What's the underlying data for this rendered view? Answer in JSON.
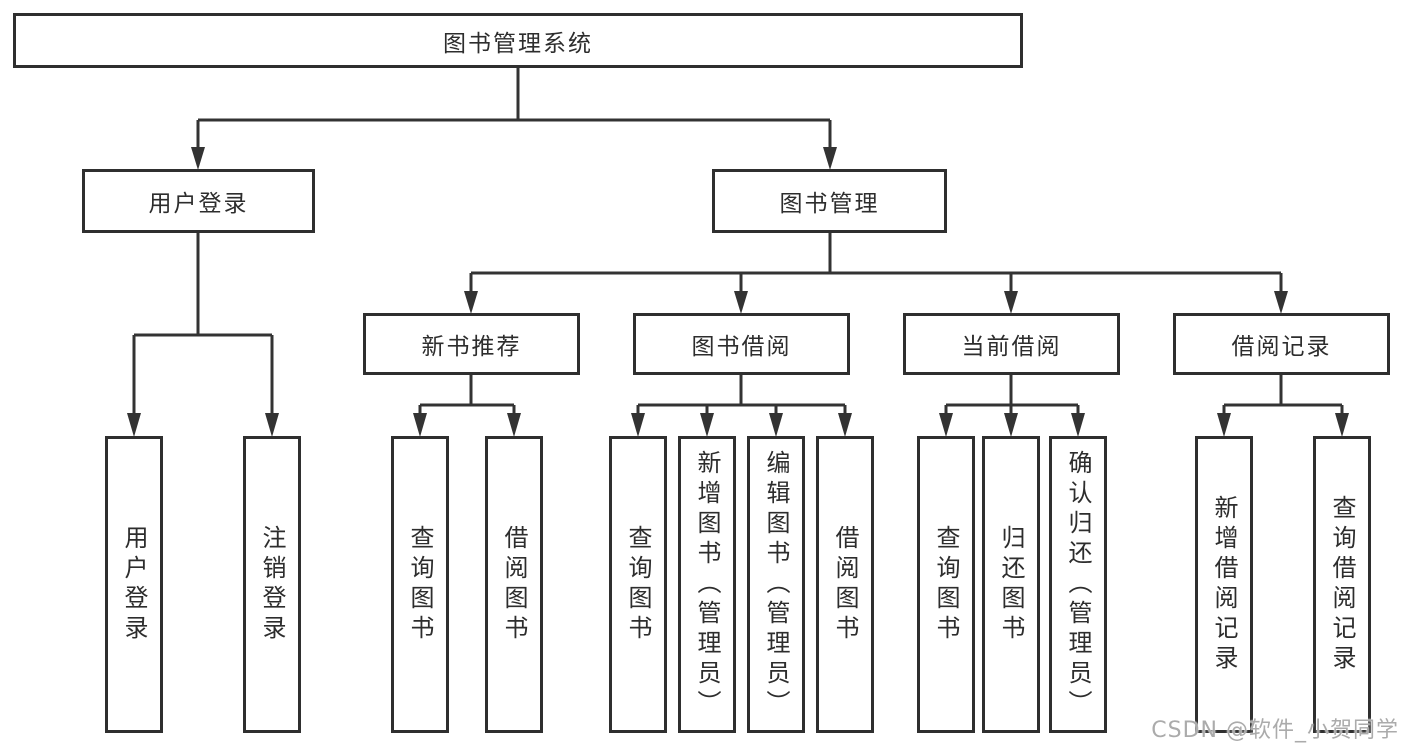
{
  "diagram": {
    "root": {
      "label": "图书管理系统",
      "children": [
        {
          "label": "用户登录",
          "children": [
            {
              "label": "用户登录"
            },
            {
              "label": "注销登录"
            }
          ]
        },
        {
          "label": "图书管理",
          "children": [
            {
              "label": "新书推荐",
              "children": [
                {
                  "label": "查询图书"
                },
                {
                  "label": "借阅图书"
                }
              ]
            },
            {
              "label": "图书借阅",
              "children": [
                {
                  "label": "查询图书"
                },
                {
                  "label": "新增图书（管理员）"
                },
                {
                  "label": "编辑图书（管理员）"
                },
                {
                  "label": "借阅图书"
                }
              ]
            },
            {
              "label": "当前借阅",
              "children": [
                {
                  "label": "查询图书"
                },
                {
                  "label": "归还图书"
                },
                {
                  "label": "确认归还（管理员）"
                }
              ]
            },
            {
              "label": "借阅记录",
              "children": [
                {
                  "label": "新增借阅记录"
                },
                {
                  "label": "查询借阅记录"
                }
              ]
            }
          ]
        }
      ]
    }
  },
  "watermark": {
    "text": "CSDN @软件_小贺同学",
    "color": "#ababab"
  },
  "colors": {
    "line": "#333333",
    "border": "#2f2f2f",
    "text": "#2d2d2d",
    "background": "#ffffff"
  }
}
